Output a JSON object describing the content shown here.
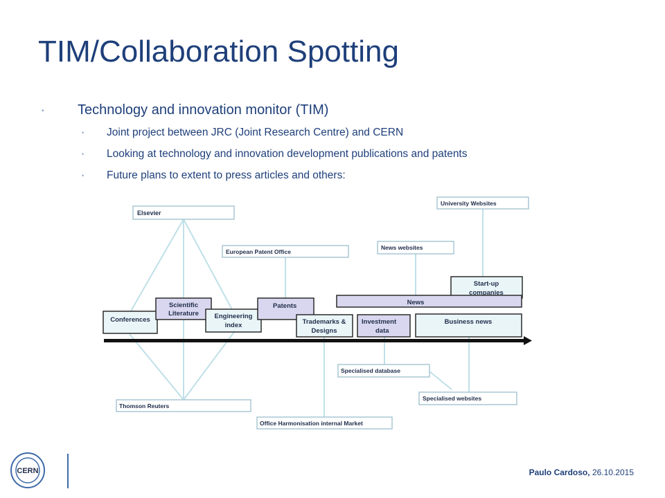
{
  "title": "TIM/Collaboration Spotting",
  "bullets": {
    "main": "Technology and innovation monitor (TIM)",
    "sub": [
      "Joint project between JRC (Joint Research Centre) and CERN",
      "Looking at technology and innovation development publications and patents",
      "Future plans to extent to press articles and others:"
    ]
  },
  "diagram": {
    "elsevier": "Elsevier",
    "university_websites": "University Websites",
    "european_patent_office": "European Patent Office",
    "news_websites": "News websites",
    "startup_line1": "Start-up",
    "startup_line2": "companies",
    "news": "News",
    "conferences": "Conferences",
    "scientific_line1": "Scientific",
    "scientific_line2": "Literature",
    "engineering_line1": "Engineering",
    "engineering_line2": "index",
    "patents": "Patents",
    "trademarks_line1": "Trademarks &",
    "trademarks_line2": "Designs",
    "investment_line1": "Investment",
    "investment_line2": "data",
    "business_news": "Business news",
    "specialised_database": "Specialised database",
    "specialised_websites": "Specialised websites",
    "thomson_reuters": "Thomson Reuters",
    "office_harmonisation": "Office Harmonisation internal Market"
  },
  "footer": {
    "author": "Paulo Cardoso,",
    "date": "26.10.2015"
  },
  "logo_text": "CERN",
  "colors": {
    "title": "#1e3f7a",
    "light_box": "#eaf5f8",
    "purple_box": "#d9d7ef",
    "connector": "#bfe0e8"
  }
}
